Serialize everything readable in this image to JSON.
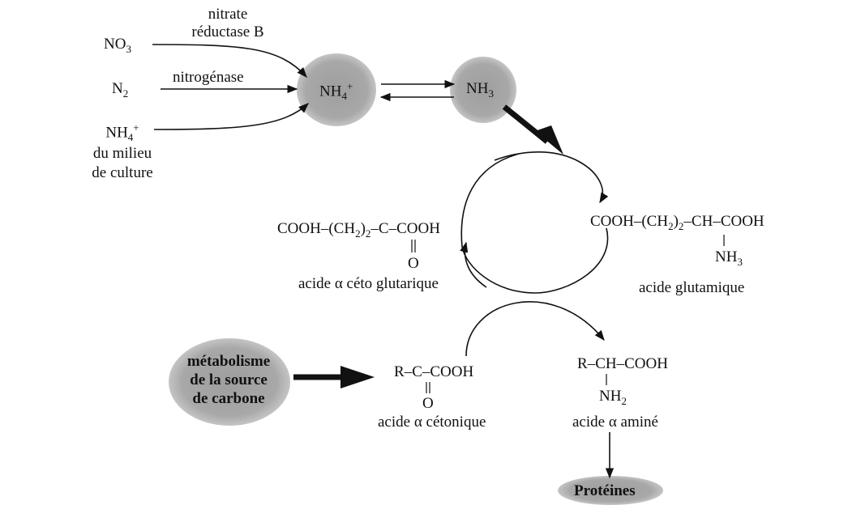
{
  "inputs": {
    "nitrate": {
      "sym": "NO",
      "sub": "3"
    },
    "dinitrogen": {
      "sym": "N",
      "sub": "2"
    },
    "ammonium_medium": {
      "sym": "NH",
      "sub": "4",
      "sup": "+",
      "line2": "du milieu",
      "line3": "de culture"
    }
  },
  "enzymes": {
    "nitrate_reductase_line1": "nitrate",
    "nitrate_reductase_line2": "réductase B",
    "nitrogenase": "nitrogénase"
  },
  "pool": {
    "ammonium": {
      "sym": "NH",
      "sub": "4",
      "sup": "+"
    },
    "ammonia": {
      "sym": "NH",
      "sub": "3"
    }
  },
  "left_compound": {
    "part1": "COOH",
    "part2": "(CH",
    "sub1": "2",
    "part3": ")",
    "sub2": "2",
    "part4": "C",
    "part5": "COOH",
    "oxygen": "O",
    "name": "acide α céto glutarique"
  },
  "right_compound": {
    "part1": "COOH",
    "part2": "(CH",
    "sub1": "2",
    "part3": ")",
    "sub2": "2",
    "part4": "CH",
    "part5": "COOH",
    "amine": "NH",
    "amine_sub": "3",
    "name": "acide glutamique"
  },
  "carbon_source": {
    "line1": "métabolisme",
    "line2": "de la source",
    "line3": "de carbone"
  },
  "keto_acid": {
    "r": "R",
    "c": "C",
    "cooh": "COOH",
    "oxygen": "O",
    "name": "acide α cétonique"
  },
  "amino_acid": {
    "r": "R",
    "ch": "CH",
    "cooh": "COOH",
    "amine": "NH",
    "amine_sub": "2",
    "name": "acide α aminé"
  },
  "product": "Protéines",
  "colors": {
    "ink": "#111111",
    "blob": "#a6a6a6",
    "background": "#ffffff"
  }
}
